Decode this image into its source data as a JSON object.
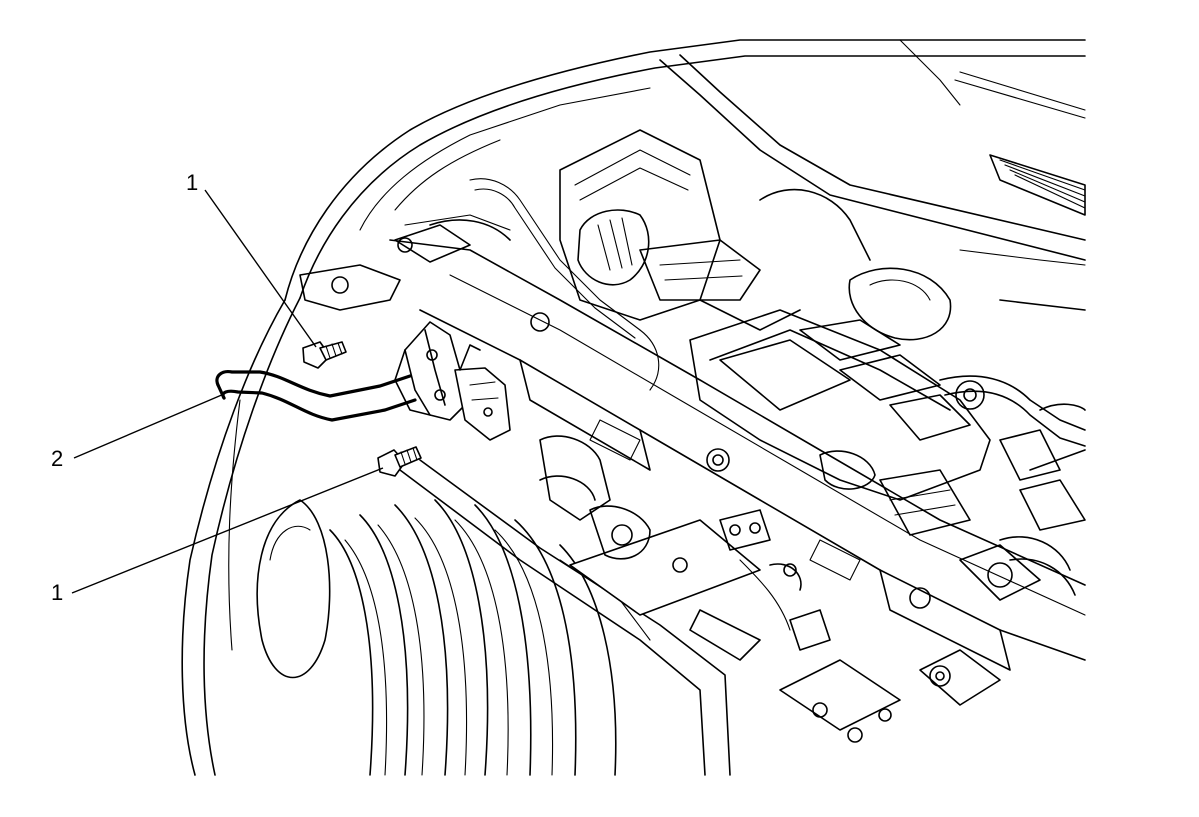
{
  "callouts": [
    {
      "id": "bolt-upper",
      "label": "1"
    },
    {
      "id": "latch",
      "label": "2"
    },
    {
      "id": "bolt-lower",
      "label": "1"
    }
  ]
}
